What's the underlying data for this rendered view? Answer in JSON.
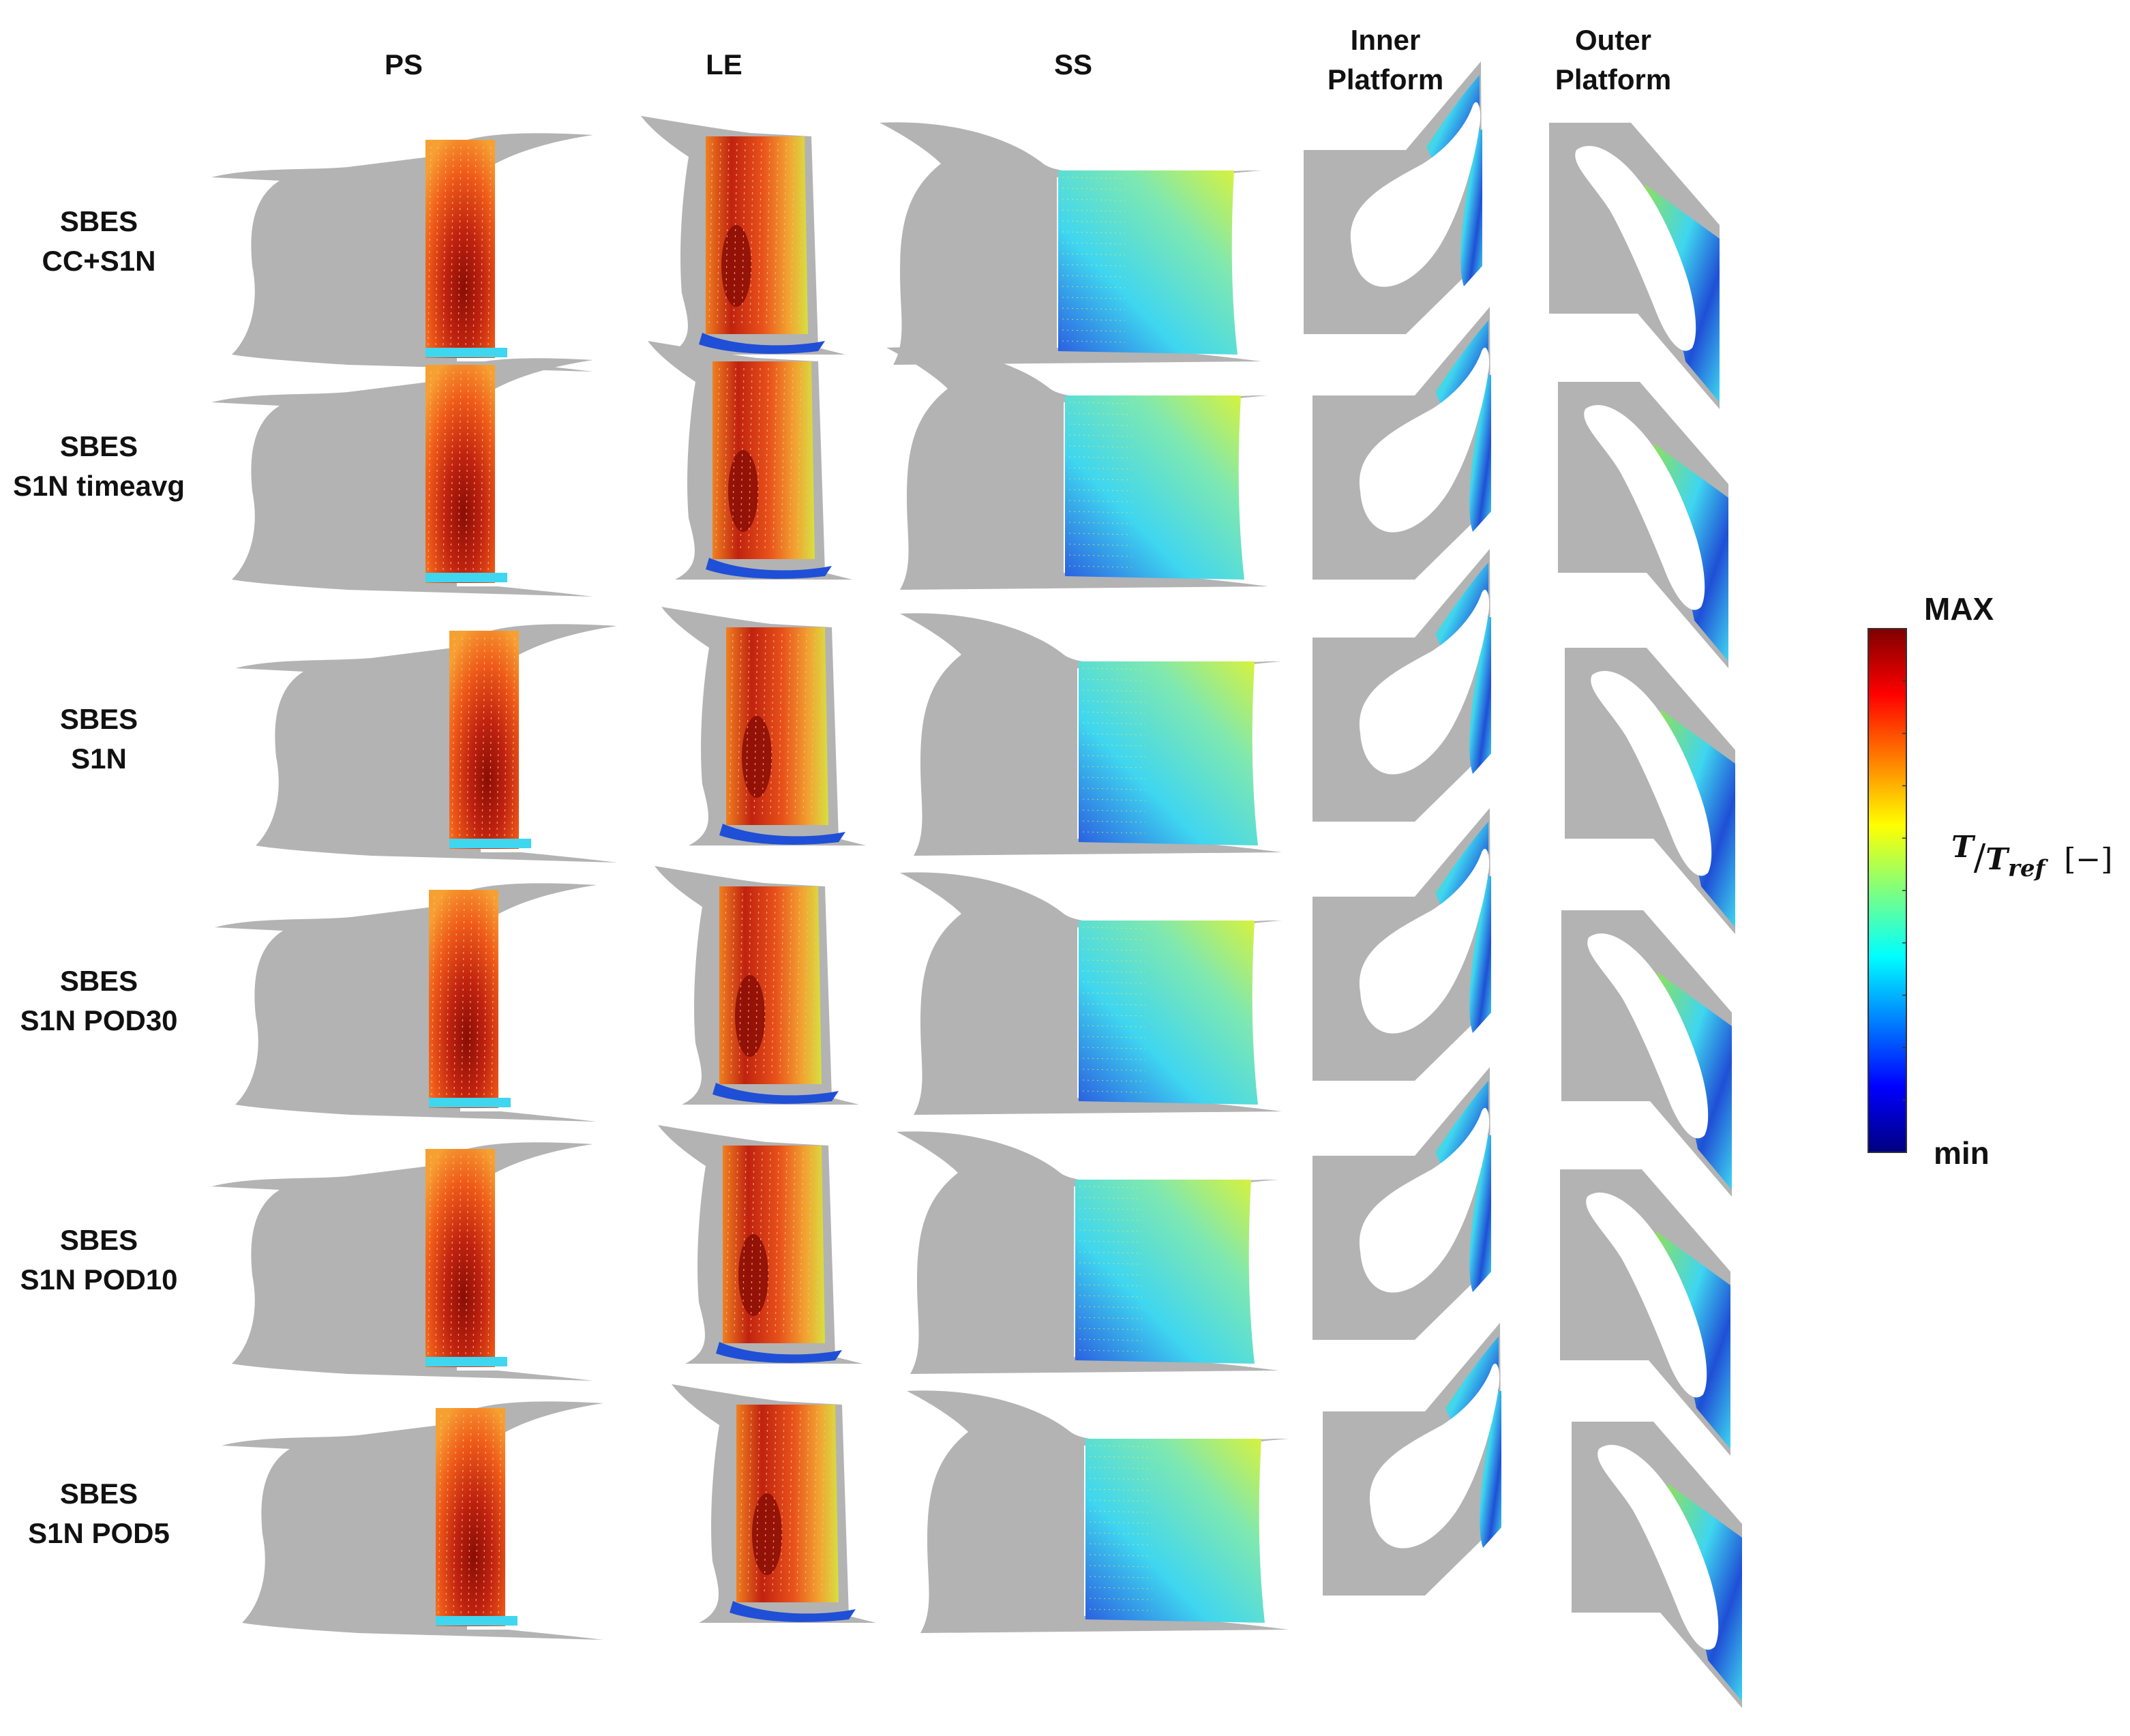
{
  "columns": [
    "PS",
    "LE",
    "SS",
    "Inner\nPlatform",
    "Outer\nPlatform"
  ],
  "rows": [
    {
      "line1": "SBES",
      "line2": "CC+S1N"
    },
    {
      "line1": "SBES",
      "line2": "S1N timeavg"
    },
    {
      "line1": "SBES",
      "line2": "S1N"
    },
    {
      "line1": "SBES",
      "line2": "S1N POD30"
    },
    {
      "line1": "SBES",
      "line2": "S1N POD10"
    },
    {
      "line1": "SBES",
      "line2": "S1N POD5"
    }
  ],
  "colorbar": {
    "max_label": "MAX",
    "min_label": "min",
    "variable": "T",
    "reference": "T",
    "reference_sub": "ref",
    "units": "[−]",
    "colormap": [
      "#00007f",
      "#0000ff",
      "#007fff",
      "#00ffff",
      "#7fff7f",
      "#ffff00",
      "#ff7f00",
      "#ff0000",
      "#7f0000"
    ]
  },
  "colors": {
    "geometry": "#b3b3b3",
    "hot": "#c0220f",
    "warm": "#f06a1c",
    "cool": "#3fd6f0",
    "cold": "#1f4fd6",
    "mild": "#b7e84a"
  }
}
